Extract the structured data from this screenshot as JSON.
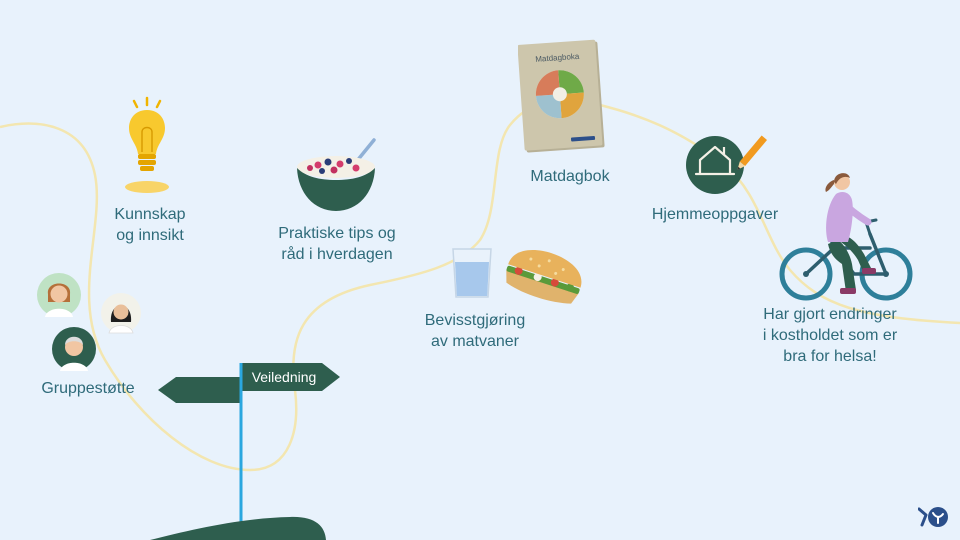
{
  "labels": {
    "knowledge": "Kunnskap\nog innsikt",
    "practical_tips": "Praktiske tips og\nråd i hverdagen",
    "food_diary": "Matdagbok",
    "homework": "Hjemmeoppgaver",
    "awareness": "Bevisstgjøring\nav matvaner",
    "group_support": "Gruppestøtte",
    "result": "Har gjort endringer\ni kostholdet som er\nbra for helsa!"
  },
  "signpost": {
    "sign_label": "Veiledning"
  },
  "book": {
    "cover_title": "Matdagboka"
  },
  "colors": {
    "background": "#e8f2fc",
    "path": "#f3e6b0",
    "dark_green": "#2e5e4e",
    "text": "#2f6b7a",
    "pole": "#2aa7df"
  },
  "icons": [
    "lightbulb-icon",
    "porridge-bowl-icon",
    "food-diary-book-icon",
    "house-pencil-icon",
    "water-glass-icon",
    "sandwich-icon",
    "person-avatar-icon",
    "cyclist-icon",
    "signpost-icon",
    "logo-icon"
  ]
}
